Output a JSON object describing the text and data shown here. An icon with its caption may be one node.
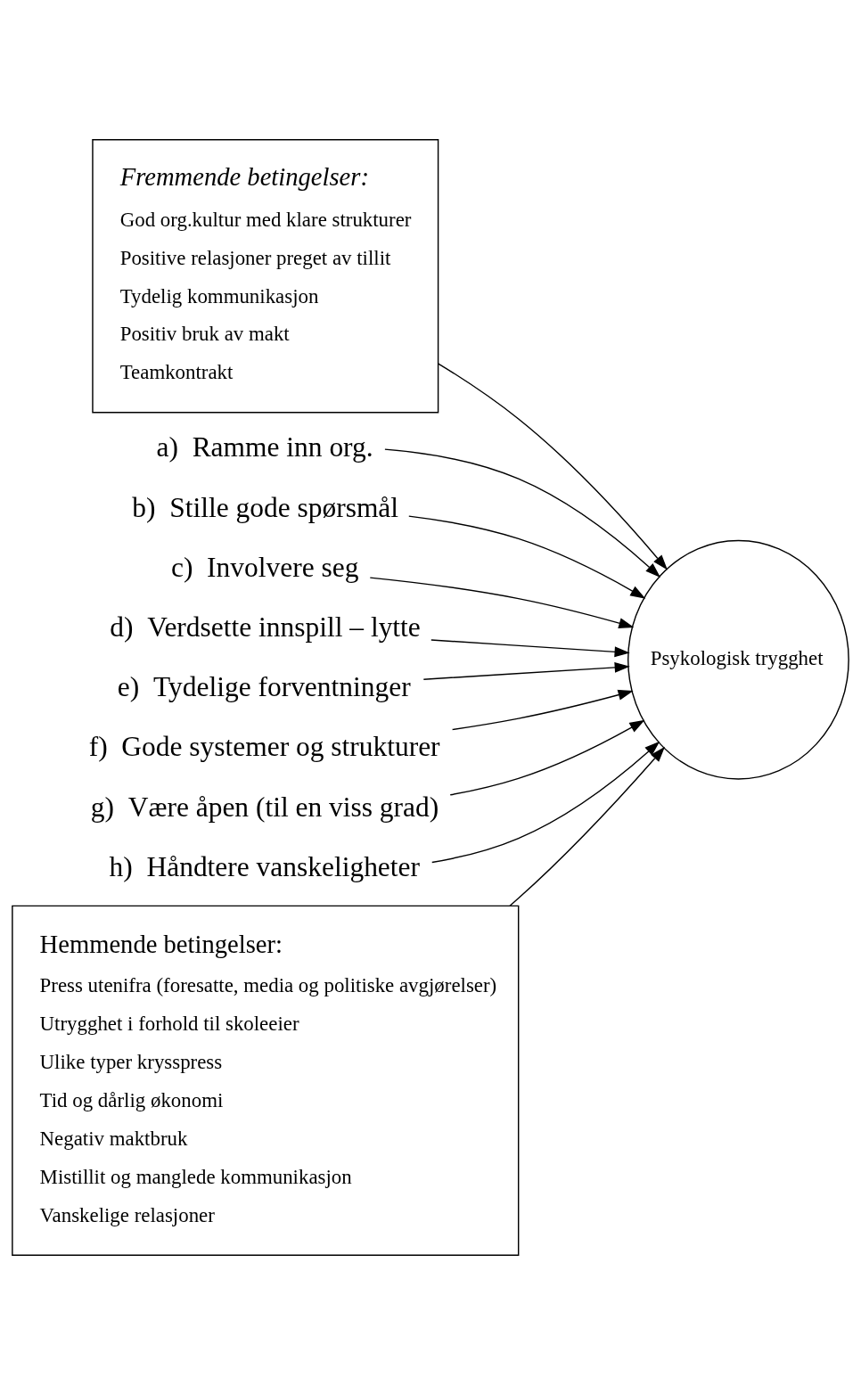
{
  "diagram": {
    "nodes": [
      {
        "text": [
          "Fremmende betingelser:",
          "God org.kultur med klare strukturer",
          "Positive relasjoner preget av tillit",
          "Tydelig kommunikasjon",
          "Positiv bruk av makt",
          "Teamkontrakt"
        ]
      },
      {
        "text": [
          "a)  Ramme inn org."
        ]
      },
      {
        "text": [
          "b)  Stille gode spørsmål"
        ]
      },
      {
        "text": [
          "c)  Involvere seg"
        ]
      },
      {
        "text": [
          "d)  Verdsette innspill – lytte"
        ]
      },
      {
        "text": [
          "e)  Tydelige forventninger"
        ]
      },
      {
        "text": [
          "f)  Gode systemer og strukturer"
        ]
      },
      {
        "text": [
          "g)  Være åpen (til en viss grad)"
        ]
      },
      {
        "text": [
          "h)  Håndtere vanskeligheter"
        ]
      },
      {
        "text": [
          "Psykologisk trygghet"
        ]
      },
      {
        "text": [
          "Hemmende betingelser:",
          "Press utenifra (foresatte, media og politiske avgjørelser)",
          "Utrygghet i forhold til skoleeier",
          "Ulike typer krysspress",
          "Tid og dårlig økonomi",
          "Negativ maktbruk",
          "Mistillit og manglede kommunikasjon",
          "Vanskelige relasjoner"
        ]
      }
    ],
    "edges": [
      {
        "from": 0,
        "to": 9,
        "arrow": "to"
      },
      {
        "from": 1,
        "to": 9,
        "arrow": "to"
      },
      {
        "from": 2,
        "to": 9,
        "arrow": "to"
      },
      {
        "from": 3,
        "to": 9,
        "arrow": "to"
      },
      {
        "from": 4,
        "to": 9,
        "arrow": "to"
      },
      {
        "from": 5,
        "to": 9,
        "arrow": "to"
      },
      {
        "from": 6,
        "to": 9,
        "arrow": "to"
      },
      {
        "from": 7,
        "to": 9,
        "arrow": "to"
      },
      {
        "from": 8,
        "to": 9,
        "arrow": "to"
      },
      {
        "from": 10,
        "to": 9,
        "arrow": "to"
      }
    ]
  }
}
